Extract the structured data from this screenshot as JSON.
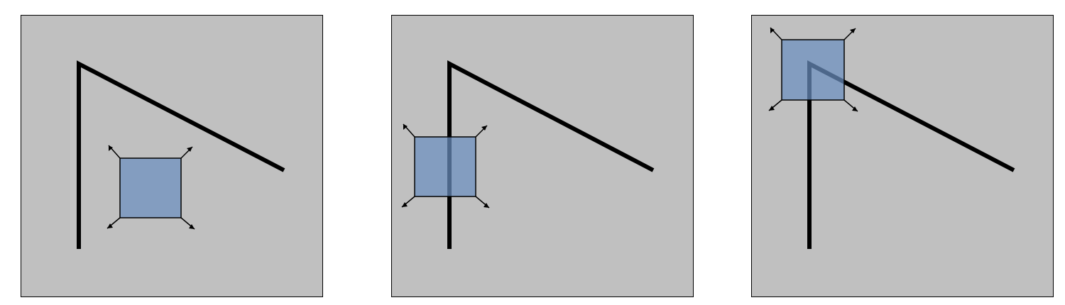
{
  "colors": {
    "background": "#ffffff",
    "panel_fill": "#c0c0c0",
    "panel_border": "#000000",
    "line": "#000000",
    "square_fill": "#6b8fbf",
    "square_opacity": 0.72,
    "square_border": "#000000",
    "arrow": "#000000"
  },
  "panels": [
    {
      "id": "panel-1",
      "label": "",
      "square_placement": "inside-corner"
    },
    {
      "id": "panel-2",
      "label": "",
      "square_placement": "overlapping-vertical-line"
    },
    {
      "id": "panel-3",
      "label": "",
      "square_placement": "over-corner"
    }
  ],
  "icons": {
    "resize_handle": "diagonal-double-headed-arrow"
  }
}
